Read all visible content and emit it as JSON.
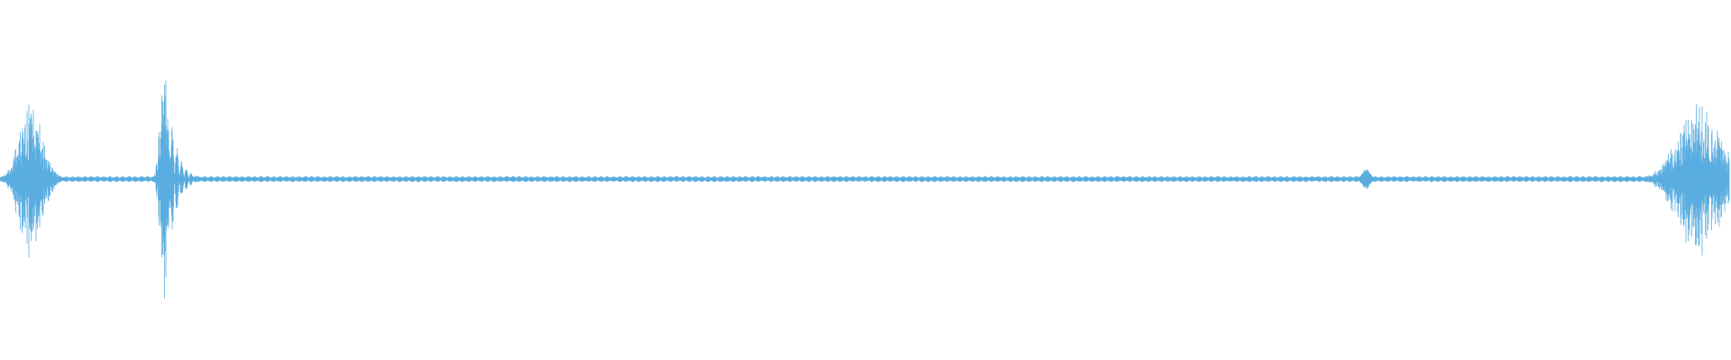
{
  "waveform": {
    "color": "#5aade0",
    "background": "#ffffff",
    "bursts": [
      {
        "center": 0.018,
        "spread": 0.012,
        "amplitude": 0.55,
        "kind": "noise"
      },
      {
        "center": 0.095,
        "spread": 0.004,
        "amplitude": 1.0,
        "kind": "spike"
      },
      {
        "center": 0.1,
        "spread": 0.006,
        "amplitude": 0.35,
        "kind": "decay"
      },
      {
        "center": 0.79,
        "spread": 0.004,
        "amplitude": 0.07,
        "kind": "small"
      },
      {
        "center": 0.983,
        "spread": 0.022,
        "amplitude": 0.55,
        "kind": "noise"
      }
    ],
    "baseline_amplitude": 0.02
  }
}
